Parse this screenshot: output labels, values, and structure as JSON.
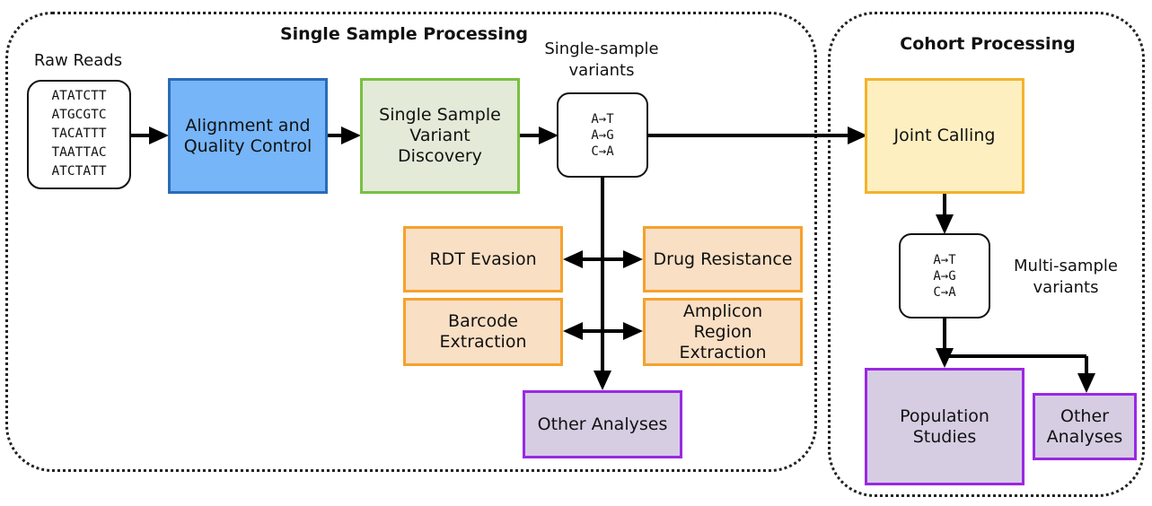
{
  "single_sample": {
    "title": "Single Sample Processing",
    "raw_reads_label": "Raw Reads",
    "raw_reads": [
      "ATATCTT",
      "ATGCGTC",
      "TACATTT",
      "TAATTAC",
      "ATCTATT"
    ],
    "alignment": "Alignment and\nQuality Control",
    "variant_discovery": "Single Sample\nVariant\nDiscovery",
    "variants_label": "Single-sample\nvariants",
    "variants": [
      "A→T",
      "A→G",
      "C→A"
    ],
    "rdt": "RDT Evasion",
    "drug": "Drug Resistance",
    "barcode": "Barcode\nExtraction",
    "amplicon": "Amplicon\nRegion\nExtraction",
    "other": "Other Analyses"
  },
  "cohort": {
    "title": "Cohort Processing",
    "joint_calling": "Joint Calling",
    "variants_label": "Multi-sample\nvariants",
    "variants": [
      "A→T",
      "A→G",
      "C→A"
    ],
    "population": "Population\nStudies",
    "other": "Other\nAnalyses"
  },
  "colors": {
    "alignment_fill": "#76b5f8",
    "discovery_fill": "#e3ead8",
    "analysis_fill": "#f9dfc4",
    "joint_fill": "#fdefc0",
    "purple_fill": "#d6cde3"
  }
}
